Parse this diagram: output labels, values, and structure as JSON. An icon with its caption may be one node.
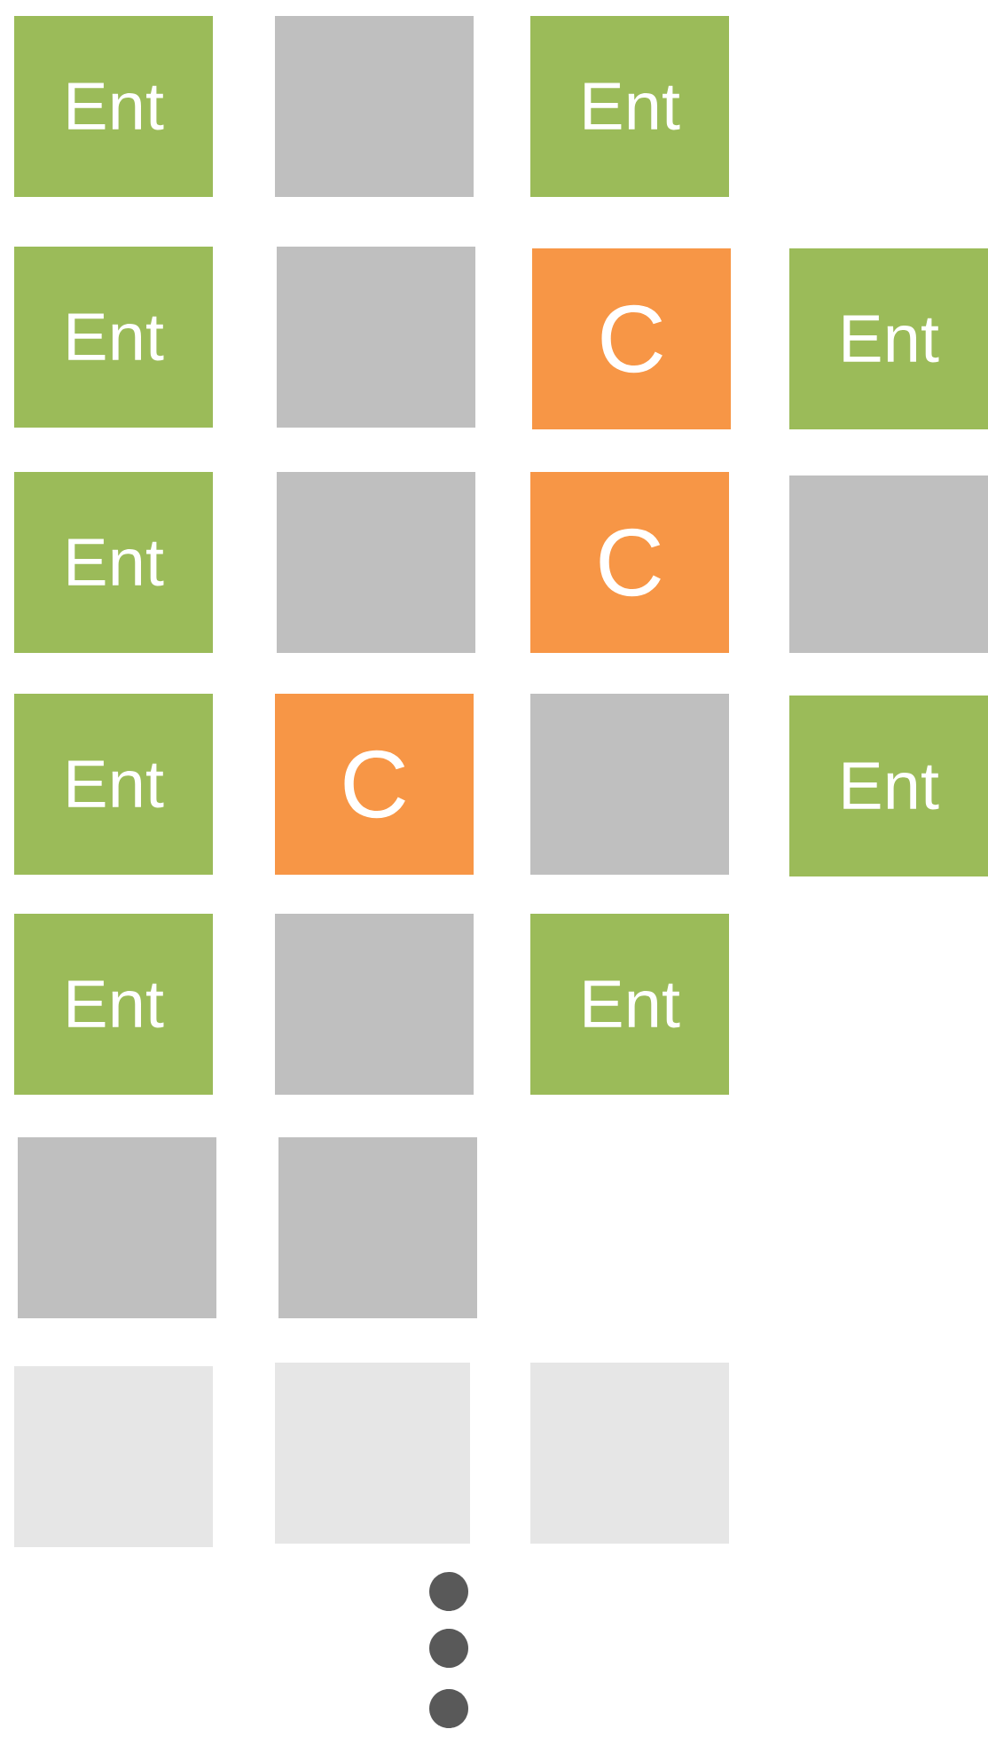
{
  "diagram": {
    "nodes": [
      {
        "text": [
          "Ent"
        ]
      },
      {
        "text": [],
        "shape": "box"
      },
      {
        "text": [
          "Ent"
        ]
      },
      {
        "text": [
          "Ent"
        ]
      },
      {
        "text": [],
        "shape": "box"
      },
      {
        "text": [
          "C"
        ]
      },
      {
        "text": [
          "Ent"
        ]
      },
      {
        "text": [
          "Ent"
        ]
      },
      {
        "text": [],
        "shape": "box"
      },
      {
        "text": [
          "C"
        ]
      },
      {
        "text": [],
        "shape": "box"
      },
      {
        "text": [
          "Ent"
        ]
      },
      {
        "text": [
          "C"
        ]
      },
      {
        "text": [],
        "shape": "box"
      },
      {
        "text": [
          "Ent"
        ]
      },
      {
        "text": [
          "Ent"
        ]
      },
      {
        "text": [],
        "shape": "box"
      },
      {
        "text": [
          "Ent"
        ]
      },
      {
        "text": [],
        "shape": "box"
      },
      {
        "text": [],
        "shape": "box"
      },
      {
        "text": [],
        "shape": "box"
      },
      {
        "text": [],
        "shape": "box"
      },
      {
        "text": [],
        "shape": "box"
      }
    ]
  }
}
